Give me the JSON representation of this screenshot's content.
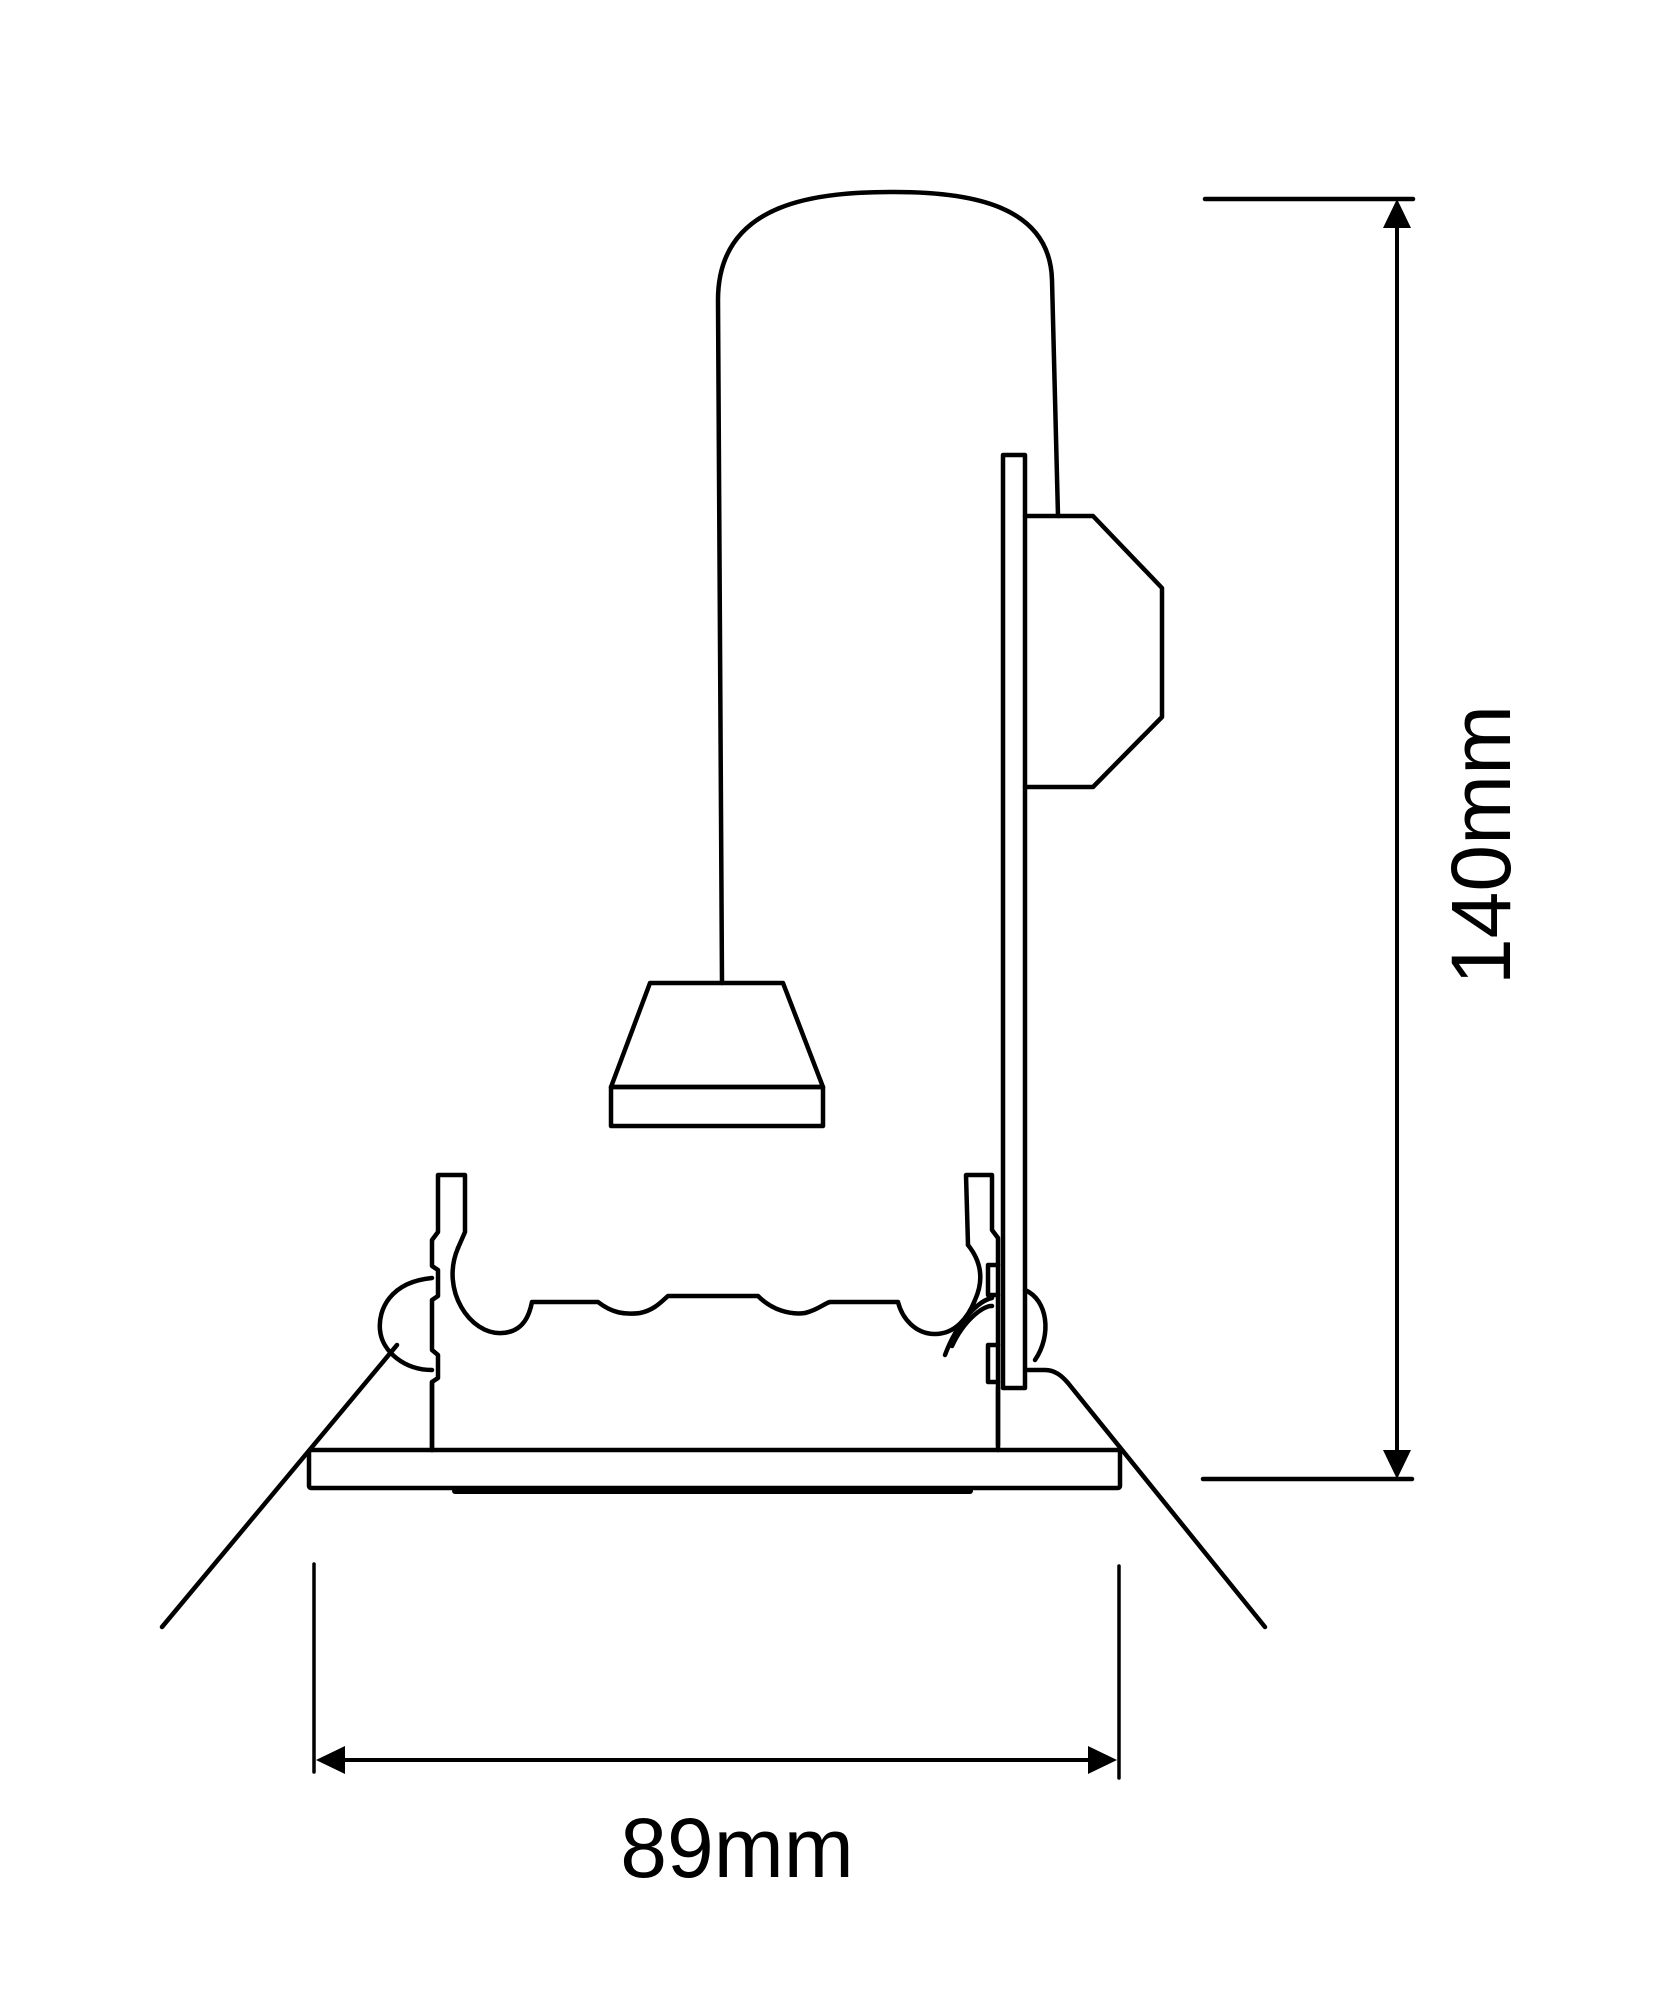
{
  "diagram": {
    "subject": "recessed downlight fitting with cable, lamp connector and driver",
    "stroke_color": "#000000",
    "background_color": "#ffffff",
    "dimensions": {
      "height": {
        "label": "140mm",
        "orientation": "vertical"
      },
      "width": {
        "label": "89mm",
        "orientation": "horizontal"
      }
    },
    "parts": [
      {
        "id": "cable",
        "label": "cable loop"
      },
      {
        "id": "lamp-connector",
        "label": "lamp connector"
      },
      {
        "id": "driver-plate",
        "label": "driver mounting plate"
      },
      {
        "id": "driver-box",
        "label": "driver box"
      },
      {
        "id": "fitting-body",
        "label": "fitting body"
      },
      {
        "id": "spring-clips",
        "label": "spring clips"
      },
      {
        "id": "bezel",
        "label": "bezel"
      },
      {
        "id": "ceiling-lines",
        "label": "ceiling cut lines"
      }
    ]
  }
}
